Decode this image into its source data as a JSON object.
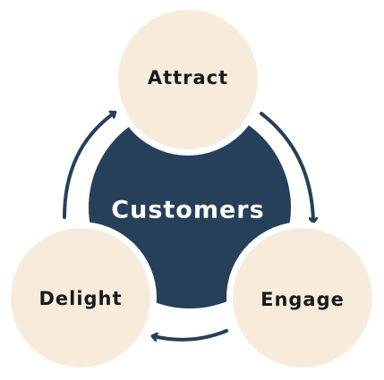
{
  "diagram": {
    "center": {
      "label": "Customers"
    },
    "stages": [
      {
        "label": "Attract"
      },
      {
        "label": "Engage"
      },
      {
        "label": "Delight"
      }
    ]
  },
  "colors": {
    "hub": "#27405a",
    "stage_fill": "#f7ecdc",
    "stage_text": "#1a1a1a",
    "center_text": "#ffffff",
    "arrow": "#27405a",
    "background": "#ffffff"
  }
}
